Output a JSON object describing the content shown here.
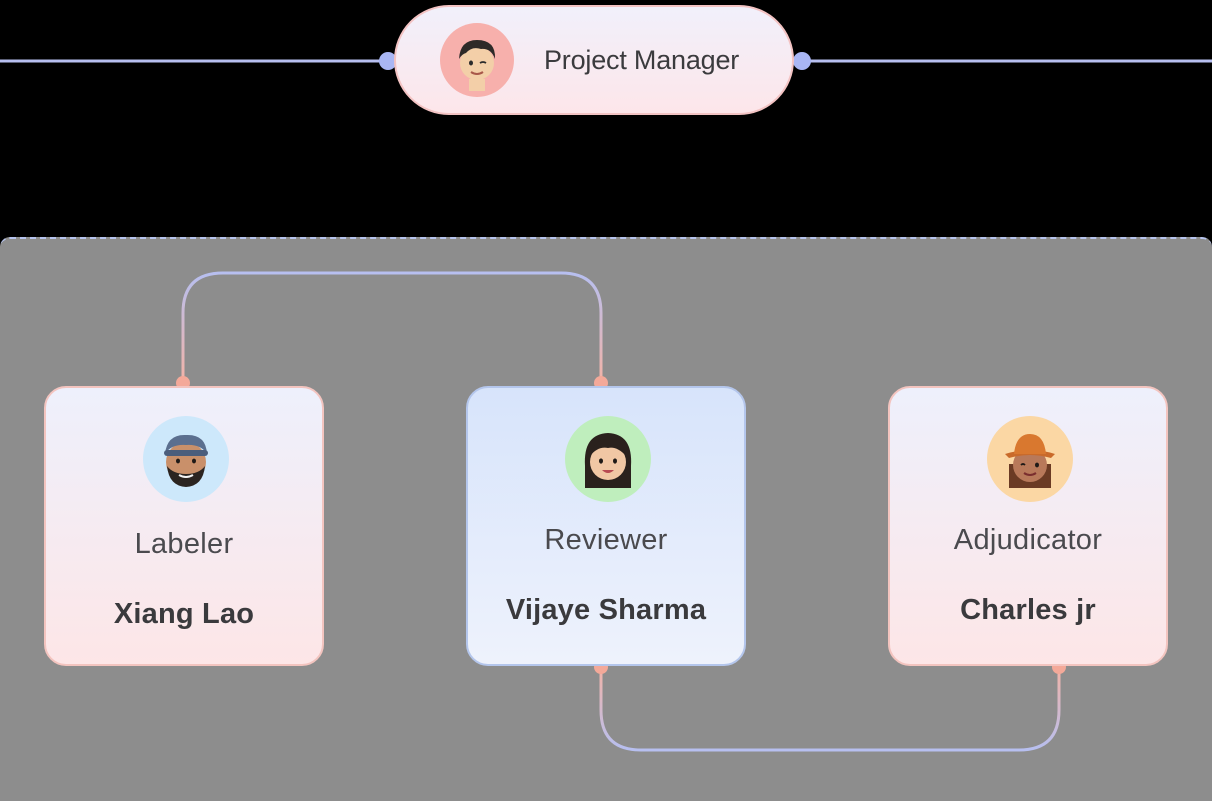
{
  "project_manager": {
    "label": "Project Manager",
    "avatar_icon": "memoji-man-avatar-icon",
    "avatar_bg": "#f7b0ac"
  },
  "team": [
    {
      "role": "Labeler",
      "name": "Xiang Lao",
      "avatar_icon": "memoji-bearded-man-avatar-icon",
      "avatar_bg": "#cde8fb"
    },
    {
      "role": "Reviewer",
      "name": "Vijaye Sharma",
      "avatar_icon": "memoji-woman-avatar-icon",
      "avatar_bg": "#bfeebd"
    },
    {
      "role": "Adjudicator",
      "name": "Charles jr",
      "avatar_icon": "memoji-woman-hat-avatar-icon",
      "avatar_bg": "#fbd7a4"
    }
  ],
  "colors": {
    "background": "#000000",
    "panel": "#8d8d8d",
    "connector_blue": "#b4bdf0",
    "connector_pink": "#f3b3a6",
    "text_dark": "#3a3a3d"
  }
}
